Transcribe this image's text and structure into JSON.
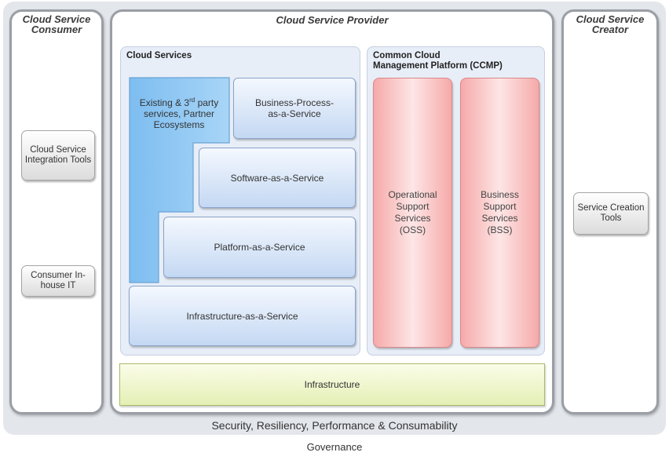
{
  "consumer": {
    "title_line1": "Cloud Service",
    "title_line2": "Consumer",
    "integration_tools": "Cloud Service Integration Tools",
    "inhouse_it": "Consumer In-house IT"
  },
  "provider": {
    "title": "Cloud Service Provider",
    "cloud_services": {
      "title": "Cloud Services",
      "existing_line1_a": "Existing & 3",
      "existing_line1_sup": "rd",
      "existing_line1_b": " party",
      "existing_line2": "services, Partner",
      "existing_line3": "Ecosystems",
      "bpaas_line1": "Business-Process-",
      "bpaas_line2": "as-a-Service",
      "saas": "Software-as-a-Service",
      "paas": "Platform-as-a-Service",
      "iaas": "Infrastructure-as-a-Service"
    },
    "ccmp": {
      "title_line1": "Common Cloud",
      "title_line2": "Management Platform (CCMP)",
      "oss_line1": "Operational",
      "oss_line2": "Support",
      "oss_line3": "Services",
      "oss_line4": "(OSS)",
      "bss_line1": "Business",
      "bss_line2": "Support",
      "bss_line3": "Services",
      "bss_line4": "(BSS)"
    },
    "infrastructure": "Infrastructure"
  },
  "creator": {
    "title_line1": "Cloud Service",
    "title_line2": "Creator",
    "creation_tools": "Service Creation Tools"
  },
  "footer": {
    "security": "Security, Resiliency, Performance & Consumability",
    "governance": "Governance"
  },
  "colors": {
    "ecosystem_blue": "#8fc8f3",
    "oss_bss_pink": "#f6a9a9",
    "infrastructure_green": "#e4efb4"
  }
}
